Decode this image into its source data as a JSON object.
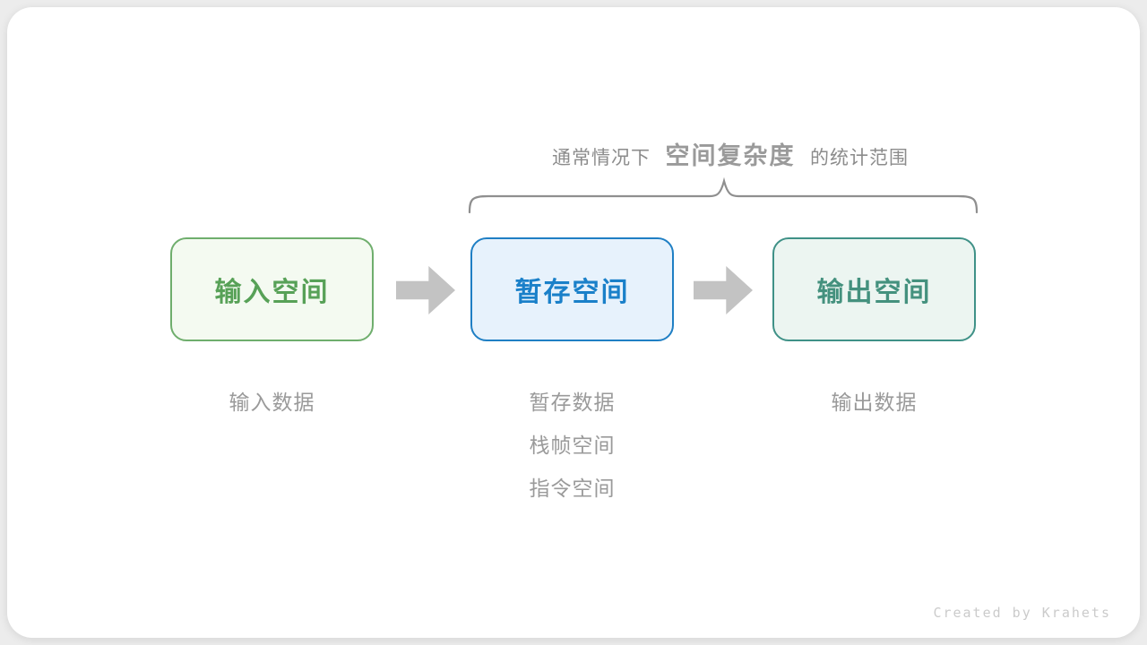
{
  "caption": {
    "prefix": "通常情况下",
    "highlight": "空间复杂度",
    "suffix": "的统计范围"
  },
  "boxes": [
    {
      "id": "input-space",
      "label": "输入空间",
      "text_color": "#57a157",
      "border_color": "#6fae6d",
      "bg_color": "#f4faf1"
    },
    {
      "id": "temp-space",
      "label": "暂存空间",
      "text_color": "#1a80c9",
      "border_color": "#1f7fc4",
      "bg_color": "#e7f2fc"
    },
    {
      "id": "output-space",
      "label": "输出空间",
      "text_color": "#44917e",
      "border_color": "#3f9187",
      "bg_color": "#ecf5f1"
    }
  ],
  "notes": [
    {
      "for": "input-space",
      "lines": [
        "输入数据"
      ]
    },
    {
      "for": "temp-space",
      "lines": [
        "暂存数据",
        "栈帧空间",
        "指令空间"
      ]
    },
    {
      "for": "output-space",
      "lines": [
        "输出数据"
      ]
    }
  ],
  "icons": {
    "arrow_right": "block-right-arrow",
    "brace": "horizontal-curly-brace"
  },
  "colors": {
    "arrow": "#c3c3c3",
    "brace": "#8f8f8f",
    "caption_regular": "#8c8c8c",
    "caption_bold": "#9a9a9a",
    "note_text": "#9a9a9a",
    "card_bg": "#ffffff"
  },
  "credit": "Created by Krahets"
}
